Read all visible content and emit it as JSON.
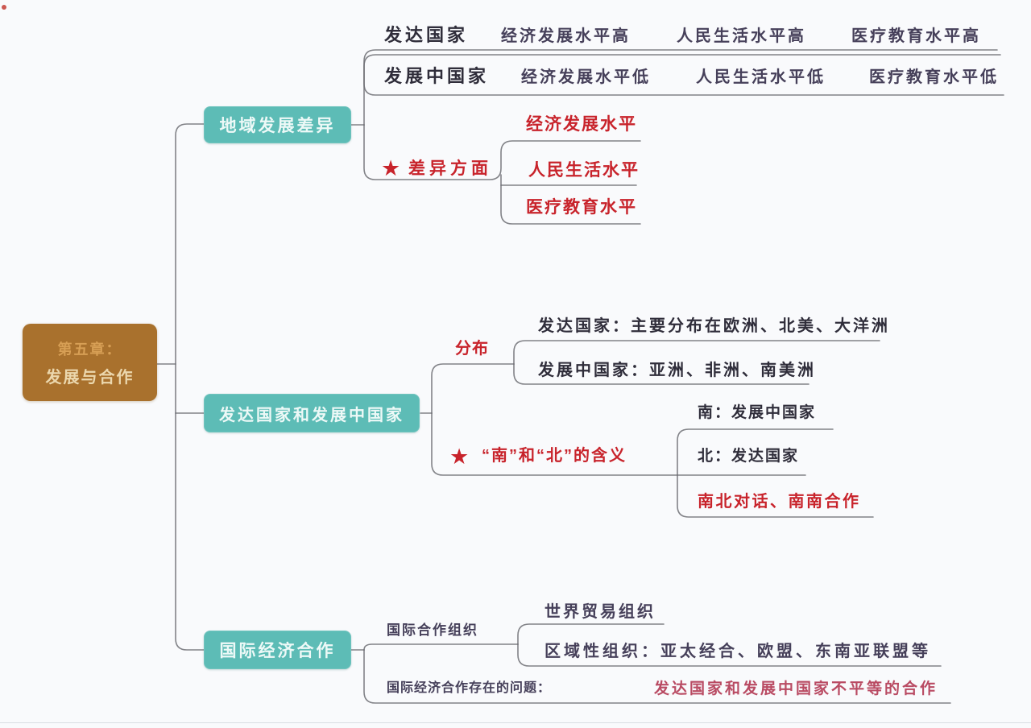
{
  "root": {
    "line1": "第五章：",
    "line2": "发展与合作"
  },
  "branch1": {
    "label": "地域发展差异",
    "row1": {
      "header": "发达国家",
      "cells": [
        "经济发展水平高",
        "人民生活水平高",
        "医疗教育水平高"
      ]
    },
    "row2": {
      "header": "发展中国家",
      "cells": [
        "经济发展水平低",
        "人民生活水平低",
        "医疗教育水平低"
      ]
    },
    "aspects": {
      "star": "★",
      "label": "差异方面",
      "items": [
        "经济发展水平",
        "人民生活水平",
        "医疗教育水平"
      ]
    }
  },
  "branch2": {
    "label": "发达国家和发展中国家",
    "distribution": {
      "label": "分布",
      "rows": [
        "发达国家：主要分布在欧洲、北美、大洋洲",
        "发展中国家：亚洲、非洲、南美洲"
      ]
    },
    "south_north": {
      "star": "★",
      "label": "“南”和“北”的含义",
      "rows": [
        "南：发展中国家",
        "北：发达国家"
      ],
      "note": "南北对话、南南合作"
    }
  },
  "branch3": {
    "label": "国际经济合作",
    "organizations": {
      "label": "国际合作组织",
      "rows": [
        "世界贸易组织",
        "区域性组织：亚太经合、欧盟、东南亚联盟等"
      ]
    },
    "problems": {
      "label": "国际经济合作存在的问题：",
      "highlight": "发达国家和发展中国家不平等的合作"
    }
  },
  "colors": {
    "root_fill": "#a9712d",
    "root_text": "#ebd7ad",
    "branch_fill": "#5dbcb6",
    "branch_text": "#edf9f7",
    "accent_red": "#c8232b",
    "highlight_red": "#b94b63",
    "line_gray": "#6d6d73",
    "text_dark": "#46405a",
    "background": "#f9fafc"
  }
}
